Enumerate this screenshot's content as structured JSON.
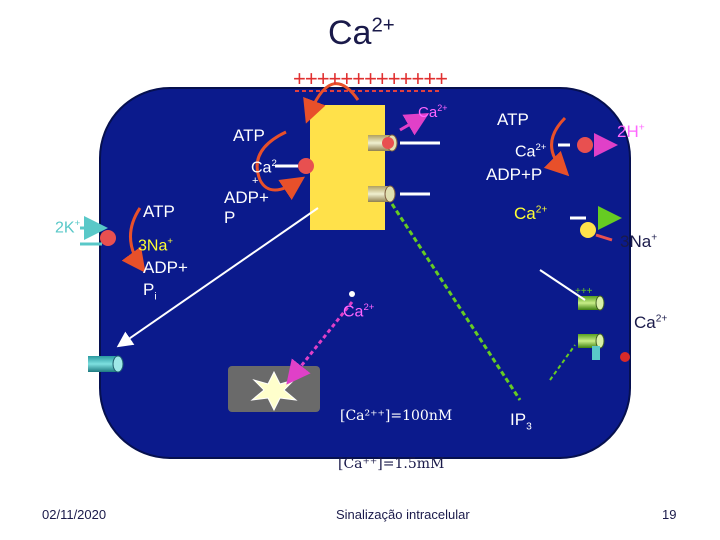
{
  "header": {
    "ion": "Ca",
    "ion_charge": "2+",
    "plus_row": "+++++++++++++"
  },
  "labels": {
    "er_ca_in": {
      "ion": "Ca",
      "charge": "2+"
    },
    "atp_top_left": "ATP",
    "ca_pump_left": {
      "ion": "Ca",
      "charge": "2",
      "plus": "+"
    },
    "adp_left": "ADP+",
    "p_left": "P",
    "atp_left": "ATP",
    "k_ion": {
      "ion": "2K",
      "charge": "+"
    },
    "na_left": {
      "ion": "3Na",
      "charge": "+"
    },
    "adp_left2": "ADP+",
    "pi": {
      "ion": "P",
      "sub": "i"
    },
    "atp_right": "ATP",
    "ca_right_pump": {
      "ion": "Ca",
      "charge": "2+"
    },
    "adp_right": "ADP+P",
    "h_ion": {
      "ion": "2H",
      "charge": "+"
    },
    "ca_exchanger": {
      "ion": "Ca",
      "charge": "2+"
    },
    "na_right": {
      "ion": "3Na",
      "charge": "+"
    },
    "ca_center": {
      "ion": "Ca",
      "charge": "2+"
    },
    "ca_right_channel": {
      "ion": "Ca",
      "charge": "2+"
    },
    "ip3": {
      "name": "IP",
      "sub": "3"
    },
    "conc_inside": "[Ca²⁺⁺]=100nM",
    "conc_outside": "[Ca⁺⁺]=1.5mM",
    "plus_small": "+++"
  },
  "colors": {
    "cell": "#0b1a8c",
    "er": "#ffe14a",
    "orange_arrow": "#e8502a",
    "magenta_arrow": "#e040c8",
    "green_arrow": "#66cc22",
    "cyan_arrow": "#59c8c8",
    "yellow_text": "#ffff33",
    "magenta_text": "#ff66ff"
  },
  "footer": {
    "date": "02/11/2020",
    "title": "Sinalização intracelular",
    "page": "19"
  }
}
